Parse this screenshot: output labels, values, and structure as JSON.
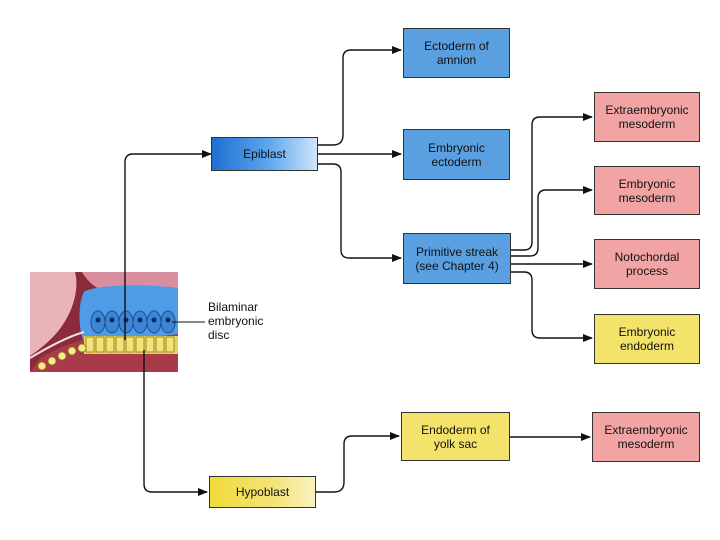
{
  "boxes": {
    "ectoderm_amnion": "Ectoderm of\namnion",
    "epiblast": "Epiblast",
    "embryonic_ectoderm": "Embryonic\nectoderm",
    "primitive_streak": "Primitive streak\n(see Chapter 4)",
    "extraembryonic_mesoderm_top": "Extraembryonic\nmesoderm",
    "embryonic_mesoderm": "Embryonic\nmesoderm",
    "notochordal_process": "Notochordal\nprocess",
    "embryonic_endoderm": "Embryonic\nendoderm",
    "endoderm_yolk_sac": "Endoderm of\nyolk sac",
    "extraembryonic_mesoderm_bottom": "Extraembryonic\nmesoderm",
    "hypoblast": "Hypoblast"
  },
  "illustration_label": "Bilaminar\nembryonic\ndisc",
  "colors": {
    "ectoderm_blue": "#5aa0e0",
    "mesoderm_pink": "#f2a4a4",
    "endoderm_yellow": "#f3e36a",
    "tissue_maroon": "#8a2a3a",
    "cell_blue": "#4f9be6"
  }
}
